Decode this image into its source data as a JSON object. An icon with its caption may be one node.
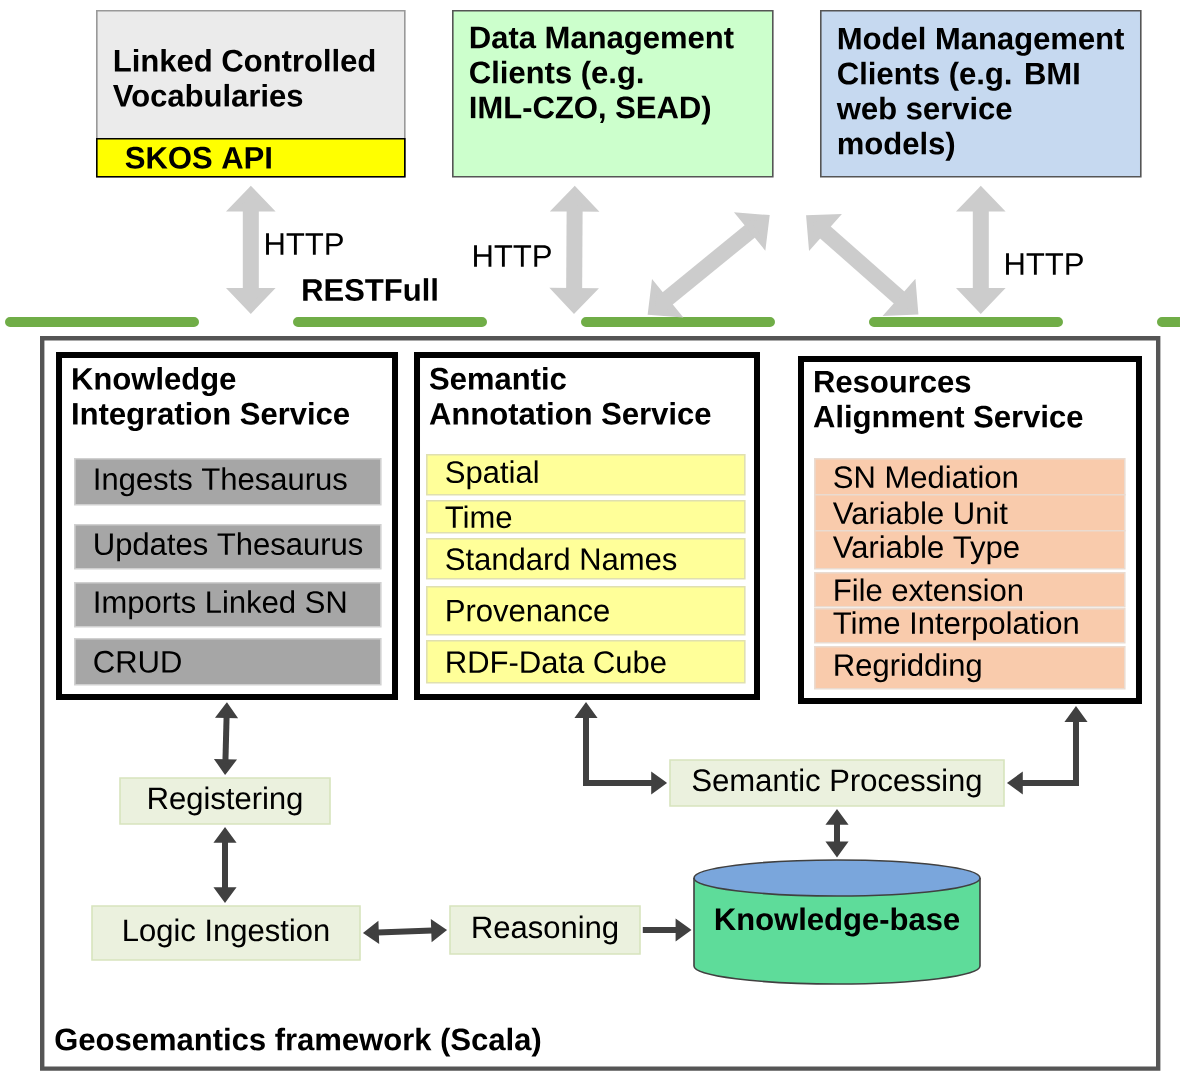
{
  "diagram": {
    "nodes": [
      {
        "text": [
          "Linked Controlled Vocabularies"
        ]
      },
      {
        "text": [
          "SKOS API"
        ],
        "in": 0
      },
      {
        "text": [
          "Data Management Clients (e.g. IML-CZO, SEAD)"
        ]
      },
      {
        "text": [
          "Model Management Clients (e.g. BMI web service models)"
        ]
      },
      {
        "text": [],
        "shape": "bar",
        "beside": [
          "RESTFull"
        ]
      },
      {
        "text": [
          "Geosemantics framework (Scala)"
        ]
      },
      {
        "text": [
          "Knowledge Integration Service"
        ],
        "in": 5
      },
      {
        "text": [
          "Ingests Thesaurus"
        ],
        "in": 6
      },
      {
        "text": [
          "Updates Thesaurus"
        ],
        "in": 6
      },
      {
        "text": [
          "Imports Linked SN"
        ],
        "in": 6
      },
      {
        "text": [
          "CRUD"
        ],
        "in": 6
      },
      {
        "text": [
          "Semantic Annotation Service"
        ],
        "in": 5
      },
      {
        "text": [
          "Spatial"
        ],
        "in": 11
      },
      {
        "text": [
          "Time"
        ],
        "in": 11
      },
      {
        "text": [
          "Standard Names"
        ],
        "in": 11
      },
      {
        "text": [
          "Provenance"
        ],
        "in": 11
      },
      {
        "text": [
          "RDF-Data Cube"
        ],
        "in": 11
      },
      {
        "text": [
          "Resources Alignment Service"
        ],
        "in": 5
      },
      {
        "text": [
          "SN Mediation"
        ],
        "in": 17
      },
      {
        "text": [
          "Variable Unit"
        ],
        "in": 17
      },
      {
        "text": [
          "Variable Type"
        ],
        "in": 17
      },
      {
        "text": [
          "File extension"
        ],
        "in": 17
      },
      {
        "text": [
          "Time Interpolation"
        ],
        "in": 17
      },
      {
        "text": [
          "Regridding"
        ],
        "in": 17
      },
      {
        "text": [
          "Registering"
        ],
        "in": 5
      },
      {
        "text": [
          "Logic Ingestion"
        ],
        "in": 5
      },
      {
        "text": [
          "Reasoning"
        ],
        "in": 5
      },
      {
        "text": [
          "Semantic Processing"
        ],
        "in": 5
      },
      {
        "text": [
          "Knowledge-base"
        ],
        "in": 5
      }
    ],
    "edges": [
      {
        "from": 1,
        "to": 4,
        "arrow": "both",
        "label": "HTTP",
        "style": "thick",
        "color": "#cccccc"
      },
      {
        "from": 2,
        "to": 4,
        "arrow": "both",
        "label": "HTTP",
        "style": "thick",
        "color": "#cccccc"
      },
      {
        "from": null,
        "to": 4,
        "arrow": "both",
        "style": "thick",
        "color": "#cccccc"
      },
      {
        "from": null,
        "to": 4,
        "arrow": "both",
        "style": "thick",
        "color": "#cccccc"
      },
      {
        "from": 3,
        "to": 4,
        "arrow": "both",
        "label": "HTTP",
        "style": "thick",
        "color": "#cccccc"
      },
      {
        "from": 6,
        "to": 24,
        "arrow": "both"
      },
      {
        "from": 24,
        "to": 25,
        "arrow": "both"
      },
      {
        "from": 25,
        "to": 26,
        "arrow": "both"
      },
      {
        "from": 26,
        "to": 28,
        "arrow": "to"
      },
      {
        "from": 11,
        "to": 27,
        "arrow": "both"
      },
      {
        "from": 17,
        "to": 27,
        "arrow": "both"
      },
      {
        "from": 27,
        "to": 28,
        "arrow": "both"
      }
    ]
  }
}
